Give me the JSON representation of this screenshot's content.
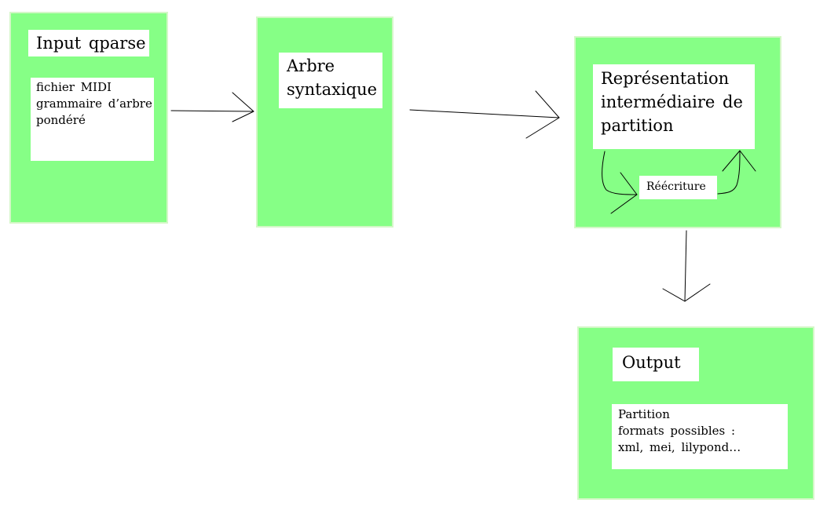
{
  "colors": {
    "box_fill": "#86ff86",
    "box_border": "#d4f7c7",
    "label_fill": "#ffffff",
    "arrow": "#000000"
  },
  "input": {
    "title": "Input  qparse",
    "details": [
      "fichier  MIDI",
      "grammaire  d’arbre",
      "pondéré"
    ]
  },
  "tree": {
    "title_lines": [
      "Arbre",
      "syntaxique"
    ]
  },
  "intermediate": {
    "title_lines": [
      "Représentation",
      "intermédiaire  de",
      "partition"
    ],
    "rewrite_label": "Réécriture"
  },
  "output": {
    "title": "Output",
    "details": [
      "Partition",
      "formats  possibles  :",
      "xml,  mei,  lilypond…"
    ]
  }
}
